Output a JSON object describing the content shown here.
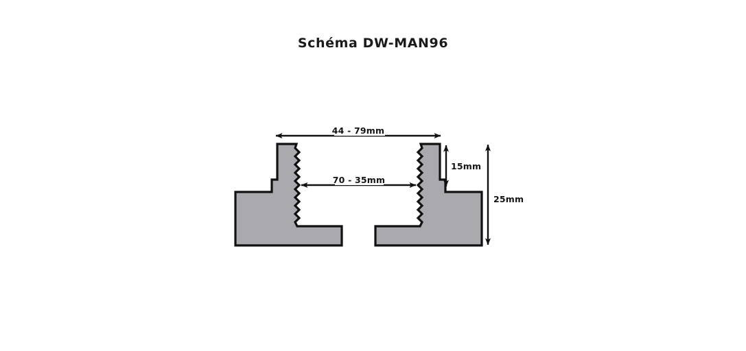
{
  "title": "Schéma DW-MAN96",
  "colors": {
    "part_fill": "#a9a9ae",
    "outline": "#111111",
    "dimension_line": "#111111",
    "text": "#141414",
    "background": "#ffffff"
  },
  "dimensions": {
    "top_width": "44 - 79mm",
    "inner_gap": "70 - 35mm",
    "fin_height": "15mm",
    "total_height": "25mm"
  },
  "chart_data": {
    "type": "diagram",
    "title": "Schéma DW-MAN96",
    "description": "Cross-section technical drawing of a symmetric two-part clamping/groove profile with serrated inner faces",
    "annotations": [
      {
        "label": "44 - 79mm",
        "kind": "horizontal-dimension",
        "position": "top"
      },
      {
        "label": "70 - 35mm",
        "kind": "horizontal-dimension",
        "position": "middle"
      },
      {
        "label": "15mm",
        "kind": "vertical-dimension",
        "position": "right-inner"
      },
      {
        "label": "25mm",
        "kind": "vertical-dimension",
        "position": "right-outer"
      }
    ],
    "parts": [
      {
        "name": "left-profile",
        "mirror": false,
        "features": [
          "tapered fin",
          "serrated inner edge",
          "shoulder step",
          "wide base",
          "base notch"
        ]
      },
      {
        "name": "right-profile",
        "mirror": true,
        "features": [
          "tapered fin",
          "serrated inner edge",
          "shoulder step",
          "wide base",
          "base notch"
        ]
      }
    ]
  }
}
